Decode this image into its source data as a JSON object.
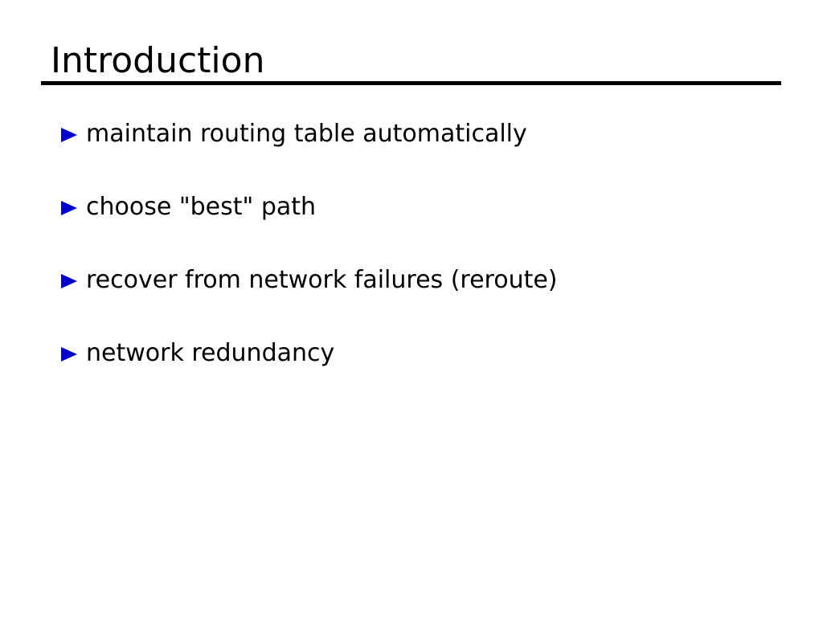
{
  "slide": {
    "title": "Introduction",
    "background_color": "#ffffff",
    "title_color": "#000000",
    "rule_color": "#000000",
    "bullet_color": "#0000cc",
    "bullet_icon": "triangle-right-icon",
    "bullets": [
      {
        "text": "maintain routing table automatically"
      },
      {
        "text": "choose \"best\" path"
      },
      {
        "text": "recover from network failures (reroute)"
      },
      {
        "text": "network redundancy"
      }
    ]
  }
}
